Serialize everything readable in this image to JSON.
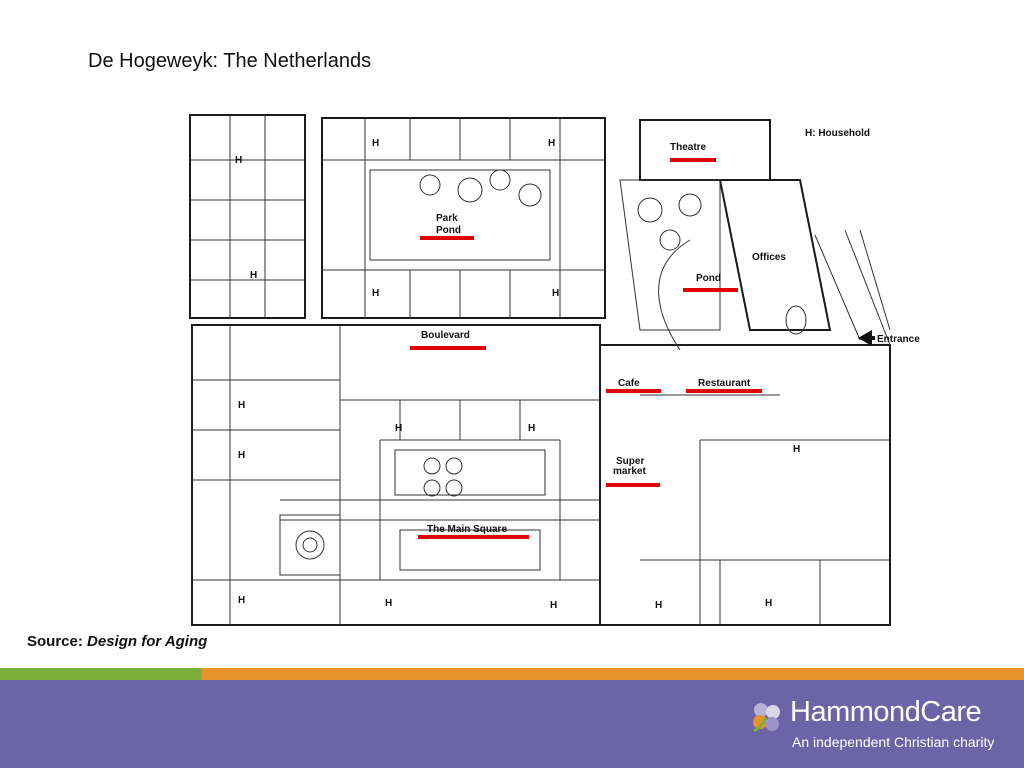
{
  "slide": {
    "title": "De Hogeweyk: The Netherlands",
    "source_label": "Source:",
    "source_title": "Design for Aging"
  },
  "plan": {
    "legend": "H: Household",
    "entrance": "Entrance",
    "labels": {
      "theatre": "Theatre",
      "park": "Park",
      "pond1": "Pond",
      "offices": "Offices",
      "pond2": "Pond",
      "boulevard": "Boulevard",
      "cafe": "Cafe",
      "restaurant": "Restaurant",
      "super": "Super",
      "market": "market",
      "main_square": "The Main Square"
    },
    "household_marker": "H",
    "highlight_color": "#e00000"
  },
  "brand": {
    "name": "HammondCare",
    "tagline": "An independent Christian charity",
    "colors": {
      "green": "#7cae3c",
      "orange": "#e8922a",
      "purple": "#6c64a6"
    }
  }
}
